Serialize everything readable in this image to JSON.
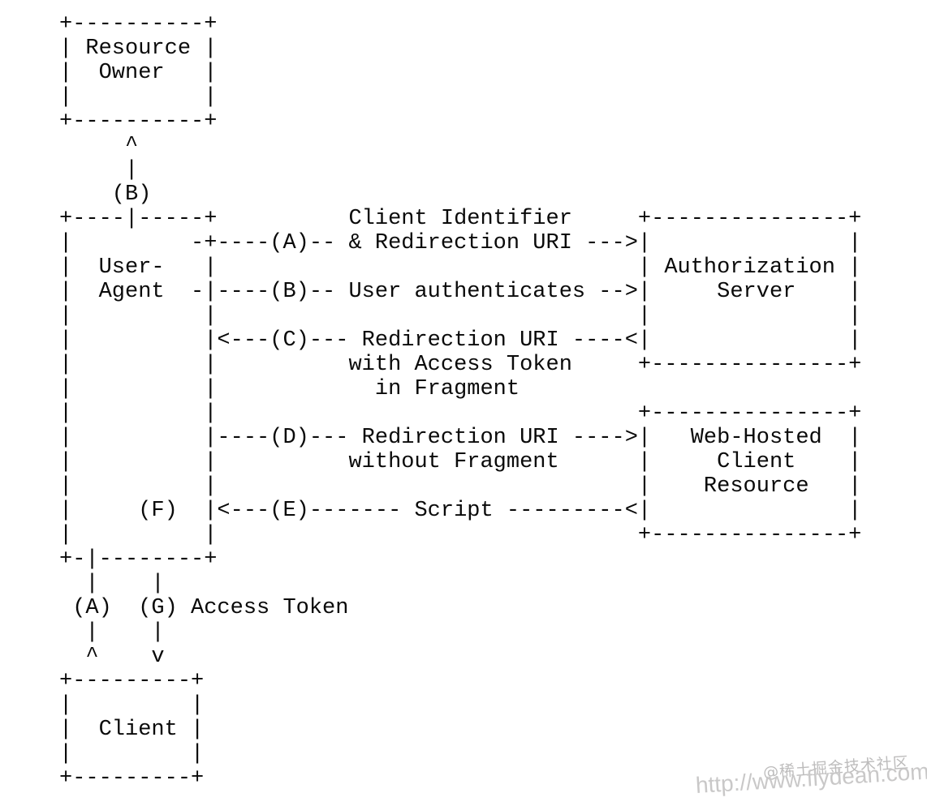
{
  "diagram": {
    "ascii_lines": [
      "+----------+",
      "| Resource |",
      "|  Owner   |",
      "|          |",
      "+----------+",
      "     ^",
      "     |",
      "    (B)",
      "+----|-----+          Client Identifier     +---------------+",
      "|         -+----(A)-- & Redirection URI --->|               |",
      "|  User-   |                                | Authorization |",
      "|  Agent  -|----(B)-- User authenticates -->|     Server    |",
      "|          |                                |               |",
      "|          |<---(C)--- Redirection URI ----<|               |",
      "|          |          with Access Token     +---------------+",
      "|          |            in Fragment",
      "|          |                                +---------------+",
      "|          |----(D)--- Redirection URI ---->|   Web-Hosted  |",
      "|          |          without Fragment      |     Client    |",
      "|          |                                |    Resource   |",
      "|     (F)  |<---(E)------- Script ---------<|               |",
      "|          |                                +---------------+",
      "+-|--------+",
      "  |    |",
      " (A)  (G) Access Token",
      "  |    |",
      "  ^    v",
      "+---------+",
      "|         |",
      "|  Client |",
      "|         |",
      "+---------+"
    ],
    "boxes": [
      "Resource Owner",
      "User-Agent",
      "Authorization Server",
      "Web-Hosted Client Resource",
      "Client"
    ],
    "flow_steps": [
      {
        "id": "(A)",
        "label": "Client Identifier & Redirection URI"
      },
      {
        "id": "(B)",
        "label": "User authenticates"
      },
      {
        "id": "(C)",
        "label": "Redirection URI with Access Token in Fragment"
      },
      {
        "id": "(D)",
        "label": "Redirection URI without Fragment"
      },
      {
        "id": "(E)",
        "label": "Script"
      },
      {
        "id": "(F)",
        "label": ""
      },
      {
        "id": "(G)",
        "label": "Access Token"
      }
    ]
  },
  "watermark": {
    "community": "@稀土掘金技术社区",
    "url": "http://www.flydean.com"
  },
  "colors": {
    "background": "#ffffff",
    "text": "#0a0a0a",
    "watermark_gray": "#c6c5c5"
  }
}
